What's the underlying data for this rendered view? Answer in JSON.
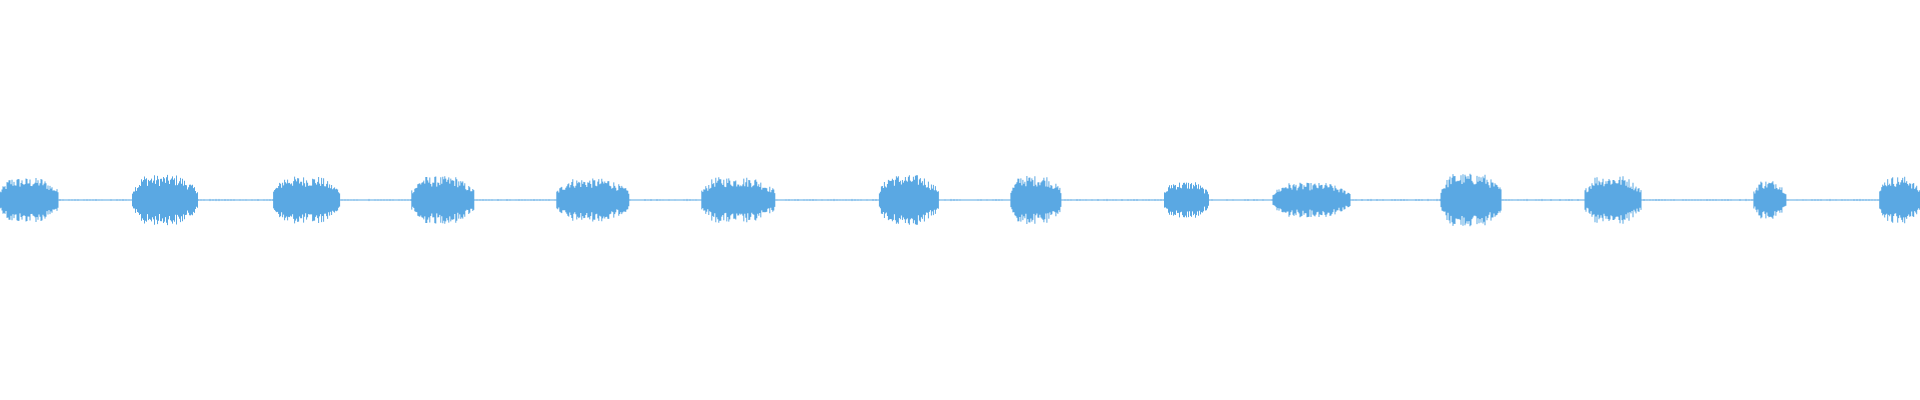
{
  "waveform": {
    "color": "#5aa8e3",
    "background": "#ffffff",
    "duration_fraction_segments": [
      {
        "start": 0.0,
        "end": 0.0305,
        "amplitude": 0.62
      },
      {
        "start": 0.069,
        "end": 0.103,
        "amplitude": 0.7
      },
      {
        "start": 0.1425,
        "end": 0.177,
        "amplitude": 0.66
      },
      {
        "start": 0.2145,
        "end": 0.247,
        "amplitude": 0.66
      },
      {
        "start": 0.29,
        "end": 0.328,
        "amplitude": 0.6
      },
      {
        "start": 0.3655,
        "end": 0.404,
        "amplitude": 0.64
      },
      {
        "start": 0.458,
        "end": 0.489,
        "amplitude": 0.7
      },
      {
        "start": 0.5265,
        "end": 0.553,
        "amplitude": 0.68
      },
      {
        "start": 0.6065,
        "end": 0.6295,
        "amplitude": 0.52
      },
      {
        "start": 0.663,
        "end": 0.7035,
        "amplitude": 0.48
      },
      {
        "start": 0.7505,
        "end": 0.782,
        "amplitude": 0.74
      },
      {
        "start": 0.8255,
        "end": 0.855,
        "amplitude": 0.68
      },
      {
        "start": 0.9135,
        "end": 0.9305,
        "amplitude": 0.55
      },
      {
        "start": 0.979,
        "end": 1.0,
        "amplitude": 0.66
      }
    ],
    "baseline_amplitude": 0.02
  }
}
